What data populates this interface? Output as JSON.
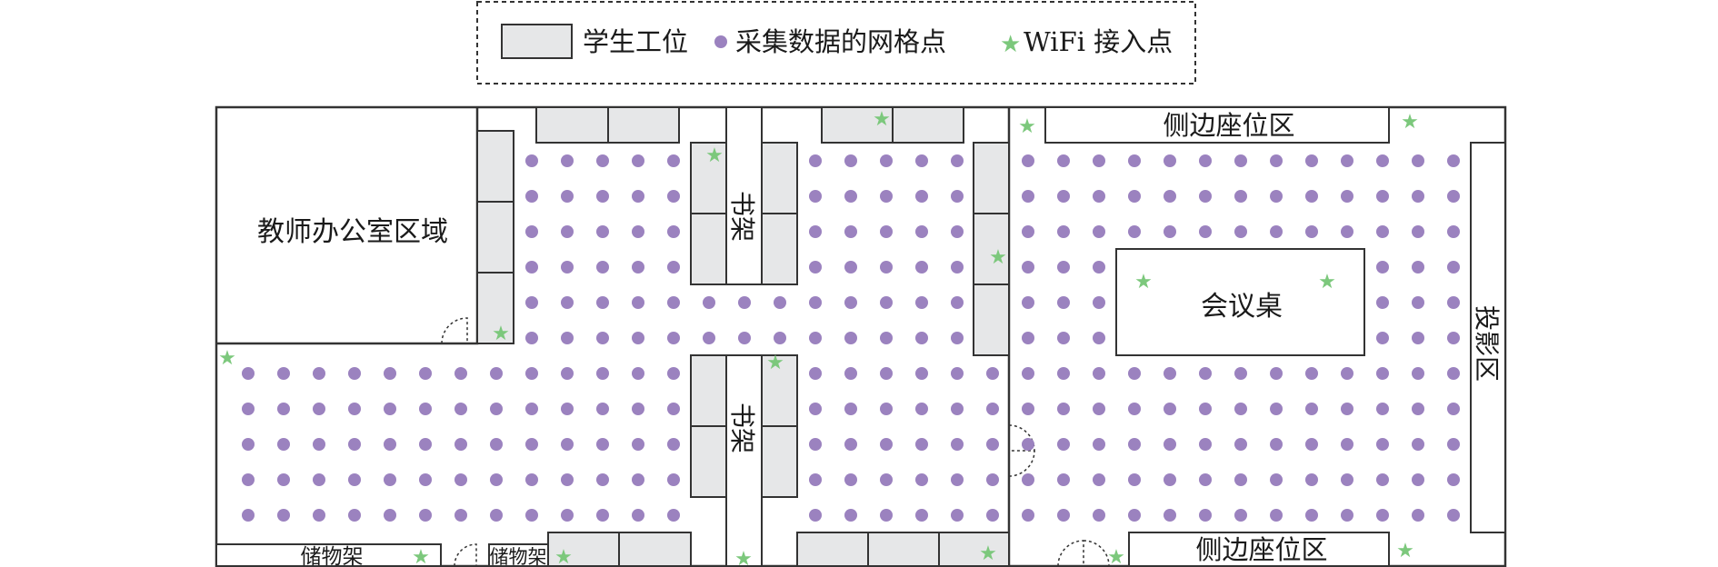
{
  "legend": {
    "workstation": "学生工位",
    "grid_point": "采集数据的网格点",
    "wifi_ap": "WiFi 接入点"
  },
  "labels": {
    "teacher_office": "教师办公室区域",
    "bookshelf_upper": "书架",
    "bookshelf_lower": "书架",
    "side_seating_top": "侧边座位区",
    "side_seating_bottom": "侧边座位区",
    "meeting_table": "会议桌",
    "projection_area": "投影区",
    "storage_left": "储物架",
    "storage_right": "储物架"
  },
  "colors": {
    "grid_point": "#9b82bf",
    "wifi_star": "#7cc87c",
    "workstation_fill": "#e6e7e8",
    "stroke": "#333333"
  }
}
